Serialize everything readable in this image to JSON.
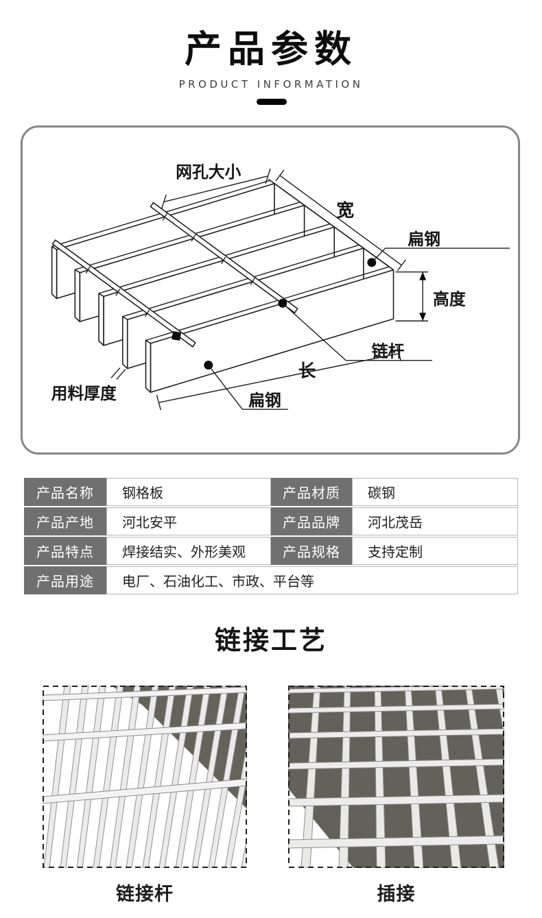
{
  "header": {
    "title": "产品参数",
    "subtitle": "PRODUCT INFORMATION"
  },
  "diagram": {
    "labels": {
      "mesh_size": "网孔大小",
      "width": "宽",
      "flat_steel_top": "扁钢",
      "height": "高度",
      "link_rod": "链杆",
      "length": "长",
      "flat_steel_bottom": "扁钢",
      "material_thickness": "用料厚度"
    }
  },
  "spec_table": {
    "rows": [
      {
        "l1": "产品名称",
        "v1": "钢格板",
        "l2": "产品材质",
        "v2": "碳钢"
      },
      {
        "l1": "产品产地",
        "v1": "河北安平",
        "l2": "产品品牌",
        "v2": "河北茂岳"
      },
      {
        "l1": "产品特点",
        "v1": "焊接结实、外形美观",
        "l2": "产品规格",
        "v2": "支持定制"
      },
      {
        "l1": "产品用途",
        "v1": "电厂、石油化工、市政、平台等"
      }
    ]
  },
  "process": {
    "title": "链接工艺",
    "captions": [
      "链接杆",
      "插接"
    ]
  },
  "colors": {
    "accent_black": "#050505",
    "table_label_bg": "#707070",
    "table_border": "#b5b5b5",
    "diagram_border": "#868686",
    "photo_dark": "#62615a"
  }
}
